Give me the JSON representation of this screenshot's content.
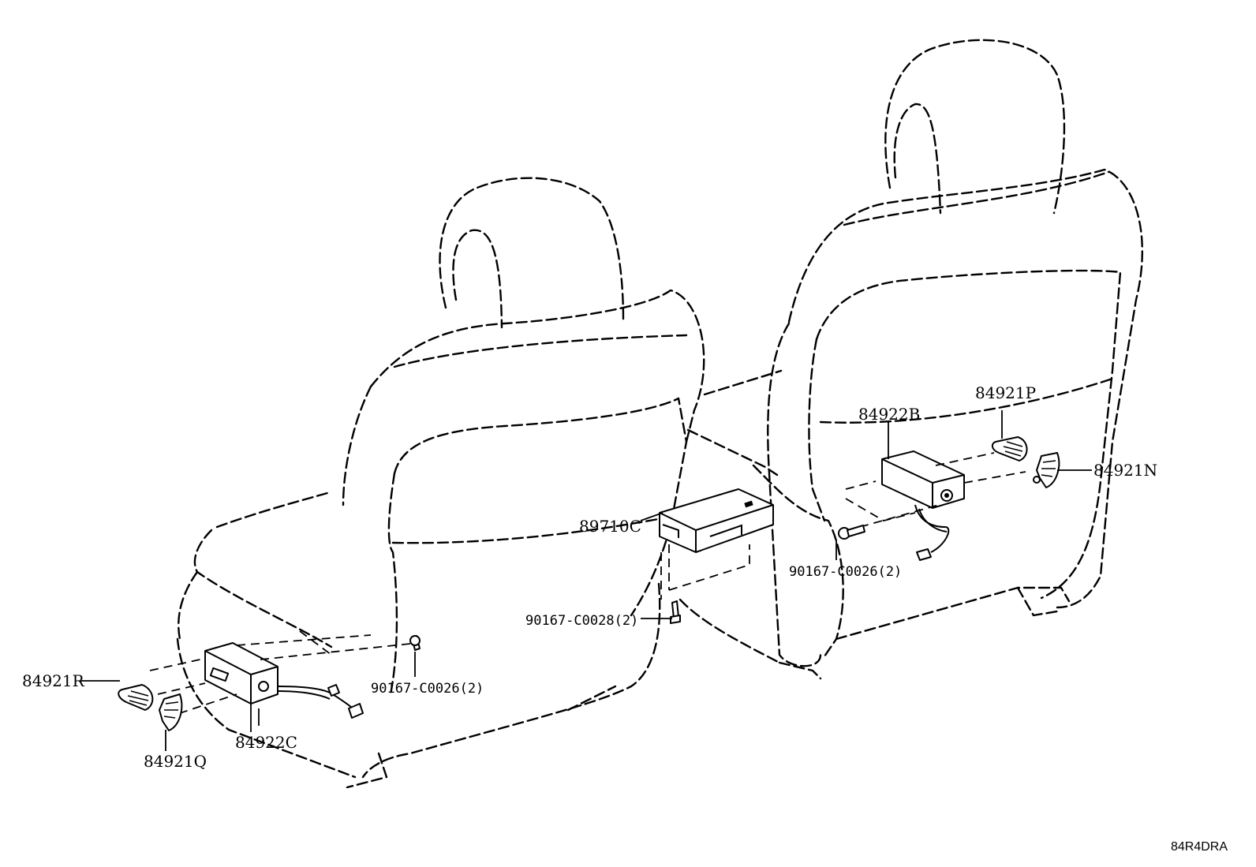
{
  "diagram_id": "84R4DRA",
  "labels": {
    "l84921R": "84921R",
    "l84921Q": "84921Q",
    "l84922C": "84922C",
    "l90167_left": "90167-C0026(2)",
    "l89710C": "89710C",
    "l90167_mid": "90167-C0028(2)",
    "l90167_right": "90167-C0026(2)",
    "l84922B": "84922B",
    "l84921P": "84921P",
    "l84921N": "84921N"
  }
}
